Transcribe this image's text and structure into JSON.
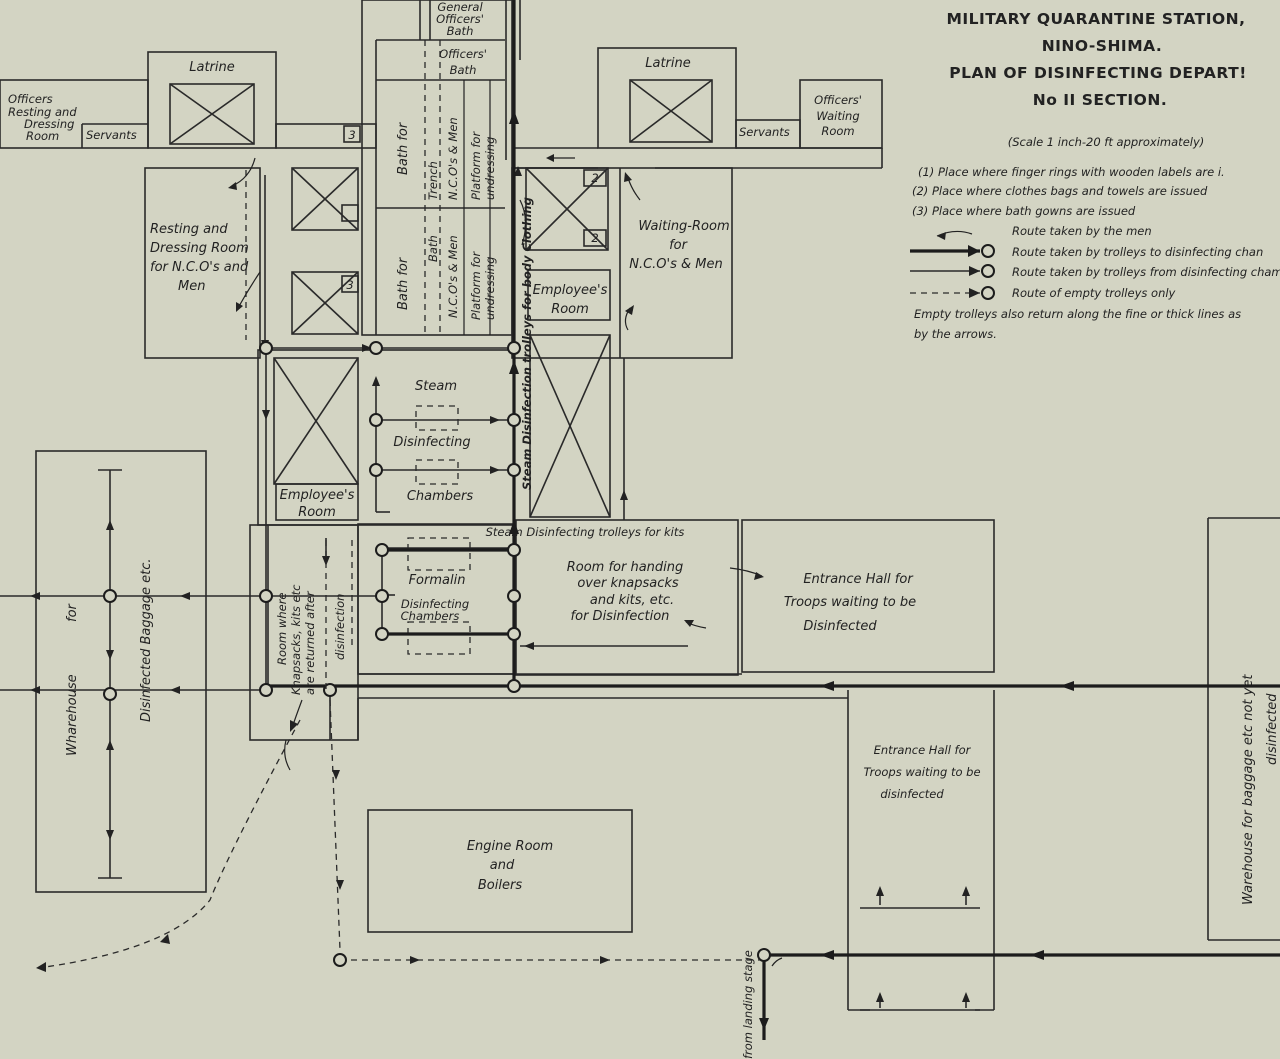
{
  "title": {
    "line1": "MILITARY QUARANTINE STATION,",
    "line2": "NINO-SHIMA.",
    "line3": "PLAN OF DISINFECTING DEPART!",
    "line4": "No II SECTION."
  },
  "scale": "(Scale 1 inch-20 ft approximately)",
  "legend": {
    "notes": [
      "(1) Place where finger rings with wooden labels are i.",
      "(2) Place where clothes bags and towels are issued",
      "(3) Place where bath gowns are issued"
    ],
    "routes": [
      "Route taken by the men",
      "Route taken by trolleys to disinfecting chan",
      "Route taken by trolleys from disinfecting cham",
      "Route of empty trolleys only"
    ],
    "footer1": "Empty trolleys also return along the fine or thick lines as",
    "footer2": "by the arrows."
  },
  "rooms": {
    "officers_resting": [
      "Officers",
      "Resting and",
      "Dressing",
      "Room"
    ],
    "servants_left": "Servants",
    "latrine_left": "Latrine",
    "general_officers_bath": [
      "General",
      "Officers'",
      "Bath"
    ],
    "officers_bath": [
      "Officers'",
      "Bath"
    ],
    "latrine_right": "Latrine",
    "servants_right": "Servants",
    "officers_waiting": [
      "Officers'",
      "Waiting",
      "Room"
    ],
    "resting_ncos": [
      "Resting and",
      "Dressing Room",
      "for N.C.O's and",
      "Men"
    ],
    "bath_for_upper": "Bath for",
    "bath_trench": "Trench",
    "ncos_men_upper": "N.C.O's & Men",
    "platform_upper": [
      "Platform for",
      "undressing"
    ],
    "bath_for_lower": "Bath for",
    "bath_lower": "Bath",
    "ncos_men_lower": "N.C.O's & Men",
    "platform_lower": [
      "Platform for",
      "undressing"
    ],
    "waiting_ncos": [
      "Waiting-Room",
      "for",
      "N.C.O's & Men"
    ],
    "employees_room_right": [
      "Employee's",
      "Room"
    ],
    "steam_trolleys_clothing": "Steam Disinfection trolleys for body Clothing",
    "steam": "Steam",
    "disinfecting": "Disinfecting",
    "chambers": "Chambers",
    "employees_room_left": [
      "Employee's",
      "Room"
    ],
    "steam_trolleys_kits": "Steam Disinfecting trolleys for kits",
    "handing_over": [
      "Room for handing",
      "over knapsacks",
      "and kits, etc.",
      "for Disinfection"
    ],
    "formalin": "Formalin",
    "formalin_chambers": [
      "Disinfecting",
      "Chambers"
    ],
    "entrance_hall_upper": [
      "Entrance Hall for",
      "Troops waiting to be",
      "Disinfected"
    ],
    "entrance_hall_lower": [
      "Entrance Hall for",
      "Troops waiting to be",
      "disinfected"
    ],
    "room_returned": [
      "Room where",
      "Knapsacks, kits etc",
      "are returned after"
    ],
    "disinfection": "disinfection",
    "wharehouse": "Wharehouse",
    "for_label": "for",
    "disinfected_baggage": "Disinfected Baggage etc.",
    "engine_room": [
      "Engine Room",
      "and",
      "Boilers"
    ],
    "warehouse_right": [
      "Warehouse for baggage etc not yet",
      "disinfected"
    ],
    "landing_stage": "from landing stage",
    "num1": "3",
    "num2": "2",
    "num3": "2",
    "num4": "3"
  }
}
